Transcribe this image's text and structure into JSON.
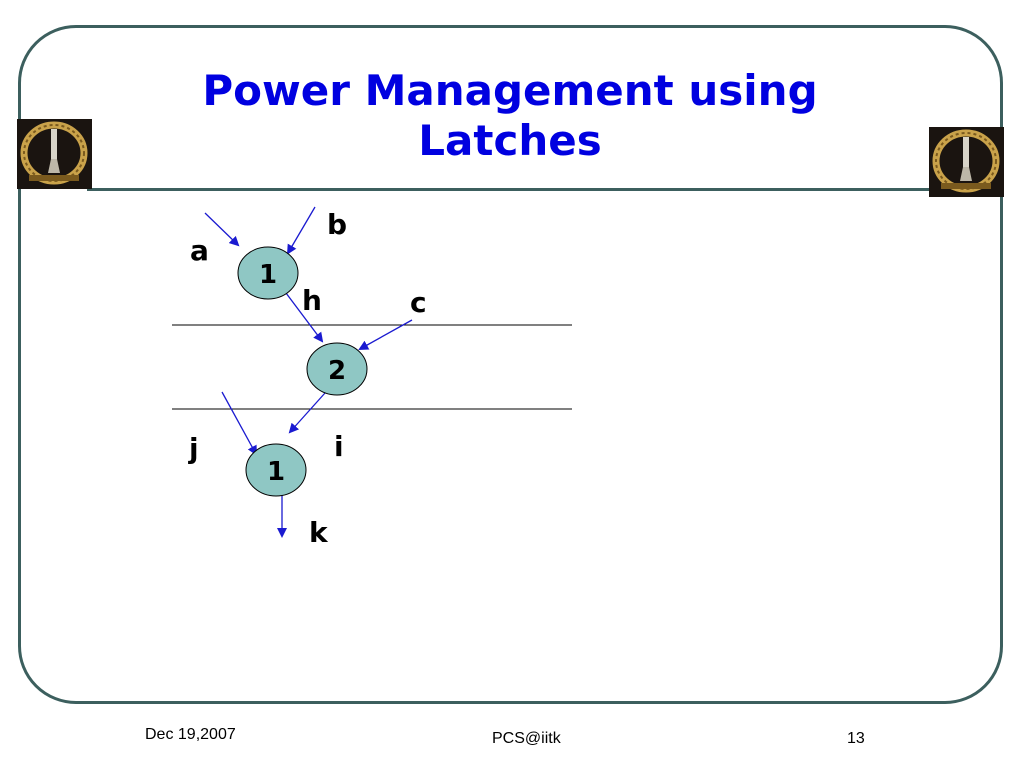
{
  "slide": {
    "title": "Power Management using Latches"
  },
  "footer": {
    "date": "Dec 19,2007",
    "center": "PCS@iitk",
    "page_number": "13"
  },
  "diagram": {
    "nodes": [
      {
        "id": "n1_top",
        "label": "1"
      },
      {
        "id": "n2_mid",
        "label": "2"
      },
      {
        "id": "n1_bottom",
        "label": "1"
      }
    ],
    "edges": [
      {
        "label": "a",
        "from": null,
        "to": "n1_top"
      },
      {
        "label": "b",
        "from": null,
        "to": "n1_top"
      },
      {
        "label": "h",
        "from": "n1_top",
        "to": "n2_mid"
      },
      {
        "label": "c",
        "from": null,
        "to": "n2_mid"
      },
      {
        "label": "i",
        "from": "n2_mid",
        "to": "n1_bottom"
      },
      {
        "label": "j",
        "from": null,
        "to": "n1_bottom"
      },
      {
        "label": "k",
        "from": "n1_bottom",
        "to": null
      }
    ]
  },
  "colors": {
    "title": "#0000e0",
    "frame": "#3c5f5e",
    "node_fill": "#8fc7c4",
    "arrow": "#1a1ad0"
  },
  "icons": {
    "logo": "iitk-emblem-icon"
  }
}
